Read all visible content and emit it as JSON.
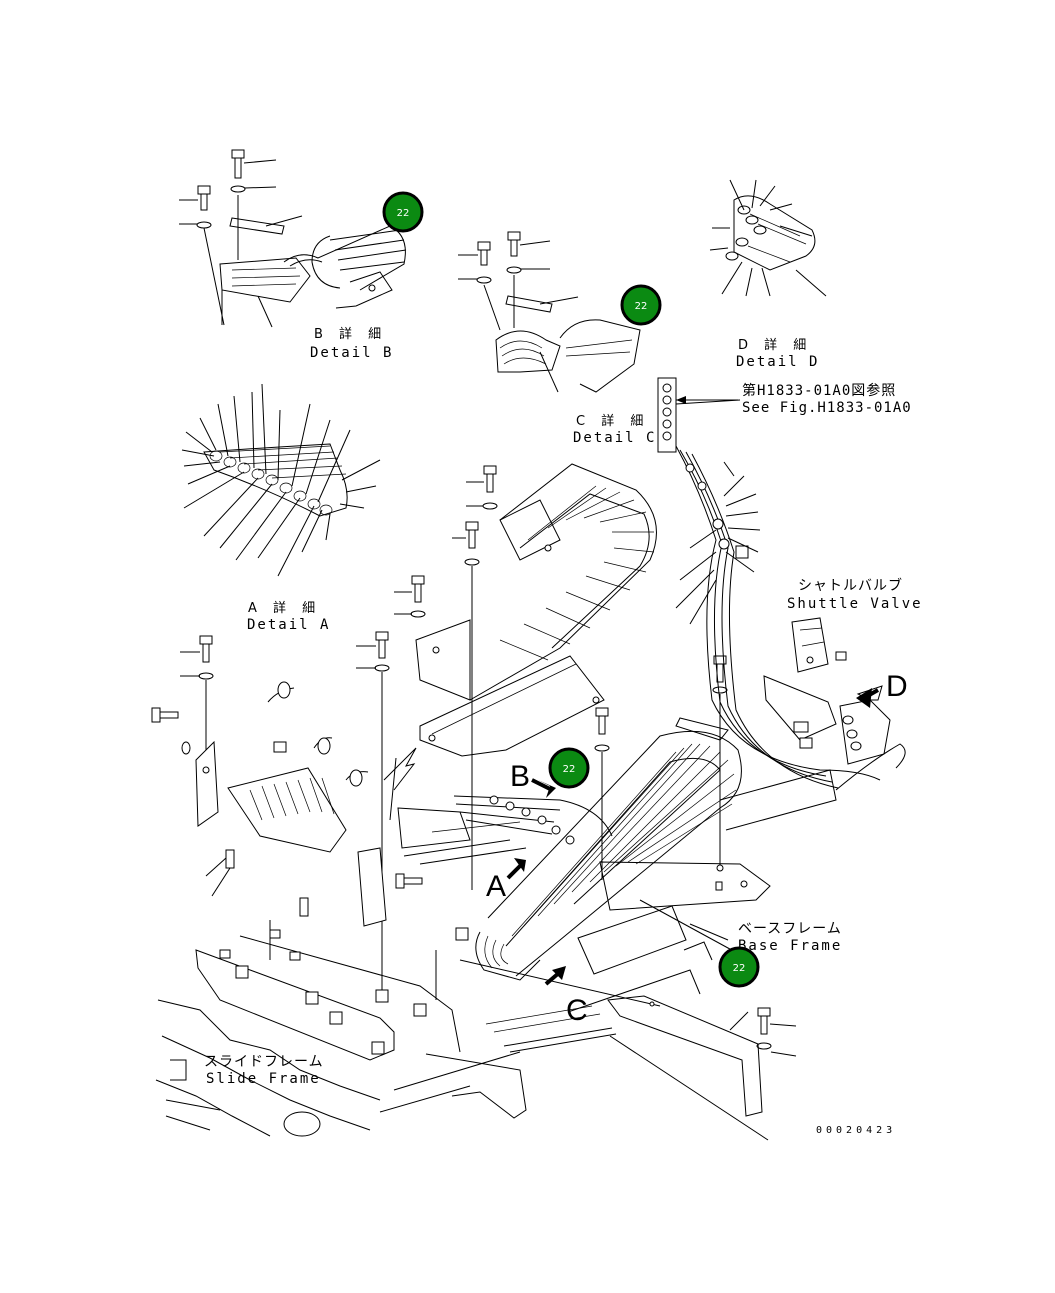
{
  "callouts": {
    "detail_b": {
      "jp": "B 詳 細",
      "en": "Detail B"
    },
    "detail_c": {
      "jp": "C 詳 細",
      "en": "Detail C"
    },
    "detail_d": {
      "jp": "D 詳 細",
      "en": "Detail D"
    },
    "detail_a": {
      "jp": "A 詳 細",
      "en": "Detail A"
    },
    "see_fig": {
      "jp": "第H1833-01A0図参照",
      "en": "See Fig.H1833-01A0"
    },
    "shuttle_valve": {
      "jp": "シャトルバルブ",
      "en": "Shuttle Valve"
    },
    "base_frame": {
      "jp": "ベースフレーム",
      "en": "Base Frame"
    },
    "slide_frame": {
      "jp": "スライドフレーム",
      "en": "Slide Frame"
    }
  },
  "view_letters": {
    "a": "A",
    "b": "B",
    "c": "C",
    "d": "D"
  },
  "badges": [
    {
      "label": "22"
    },
    {
      "label": "22"
    },
    {
      "label": "22"
    },
    {
      "label": "22"
    }
  ],
  "drawing_code": "00020423",
  "colors": {
    "badge_fill": "#0b8a12",
    "line": "#000000",
    "background": "#ffffff"
  }
}
